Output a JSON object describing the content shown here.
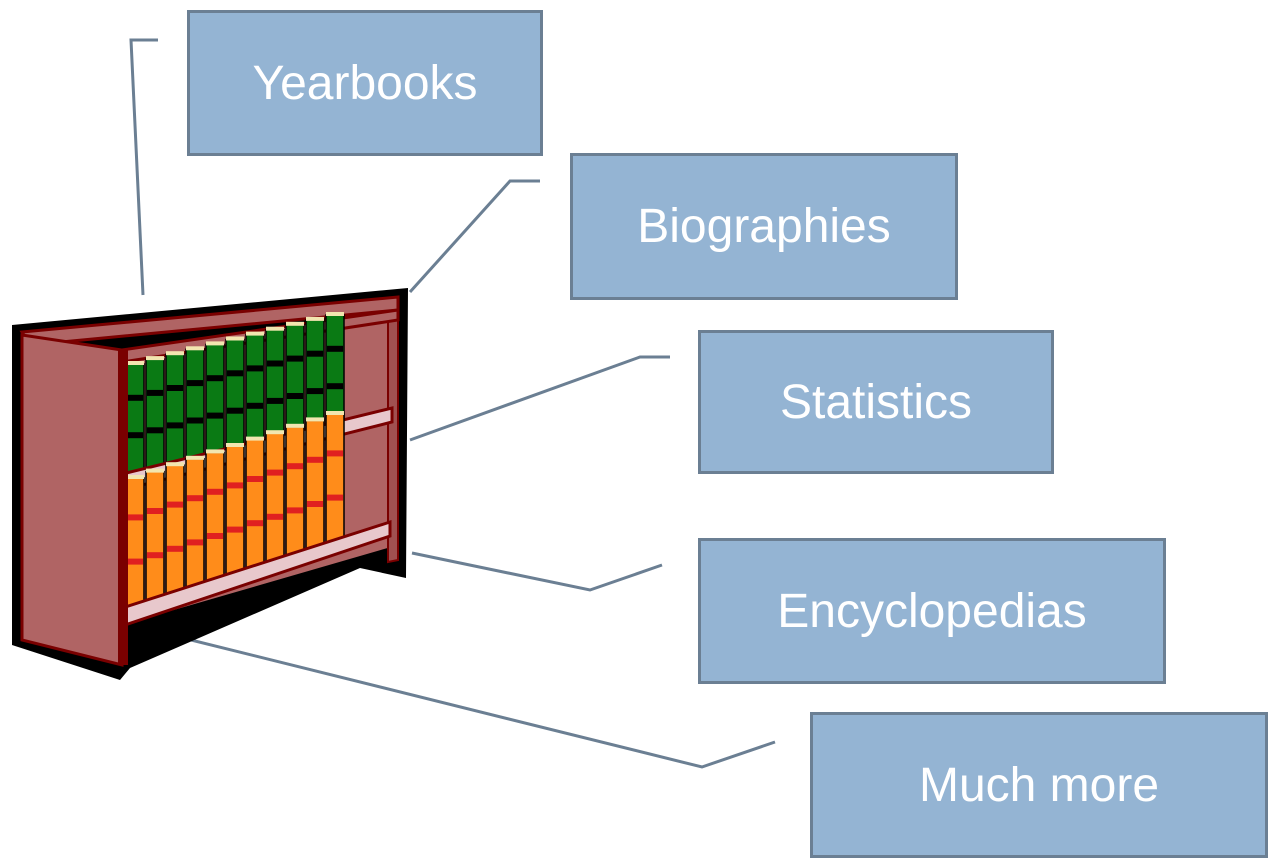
{
  "callouts": {
    "yearbooks": "Yearbooks",
    "biographies": "Biographies",
    "statistics": "Statistics",
    "encyclopedias": "Encyclopedias",
    "much_more": "Much more"
  },
  "colors": {
    "callout_fill": "#94b4d3",
    "callout_border": "#6b7f93",
    "callout_text": "#ffffff",
    "leader_line": "#6b7f93",
    "bookcase_wood": "#b06464",
    "bookcase_trim": "#7a0000",
    "shelf_board": "#e8c8cc",
    "book_green": "#0a7a14",
    "book_orange": "#ff8c1a",
    "book_red_band": "#e02020"
  },
  "icons": {
    "bookcase": "bookcase-icon"
  }
}
